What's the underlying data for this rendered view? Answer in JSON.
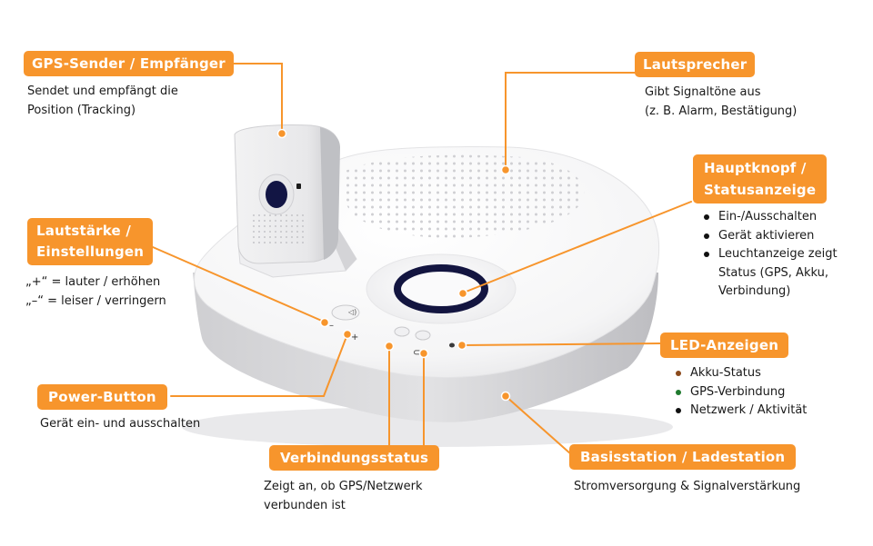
{
  "colors": {
    "accent": "#f7952c",
    "led_battery": "#8b4a1c",
    "led_gps": "#1f7a2e",
    "led_network": "#111111"
  },
  "callouts": {
    "gps": {
      "title": "GPS-Sender / Empfänger",
      "lines": [
        "Sendet und empfängt die",
        "Position (Tracking)"
      ]
    },
    "speaker": {
      "title": "Lautsprecher",
      "lines": [
        "Gibt Signaltöne aus",
        "(z. B. Alarm, Bestätigung)"
      ]
    },
    "main_button": {
      "title_lines": [
        "Hauptknopf /",
        "Statusanzeige"
      ],
      "bullets": [
        "Ein-/Ausschalten",
        "Gerät aktivieren",
        "Leuchtanzeige zeigt"
      ],
      "bullet_continuation": [
        "Status (GPS, Akku,",
        "Verbindung)"
      ]
    },
    "volume": {
      "title_lines": [
        "Lautstärke /",
        "Einstellungen"
      ],
      "lines": [
        "„+“ = lauter / erhöhen",
        "„–“ = leiser / verringern"
      ]
    },
    "power": {
      "title": "Power-Button",
      "lines": [
        "Gerät ein- und ausschalten"
      ]
    },
    "leds": {
      "title": "LED-Anzeigen",
      "bullets": [
        "Akku-Status",
        "GPS-Verbindung",
        "Netzwerk / Aktivität"
      ]
    },
    "connection": {
      "title": "Verbindungsstatus",
      "lines": [
        "Zeigt an, ob GPS/Netzwerk",
        "verbunden ist"
      ]
    },
    "base": {
      "title": "Basisstation / Ladestation",
      "lines": [
        "Stromversorgung & Signalverstärkung"
      ]
    }
  },
  "device_marks": {
    "minus": "–",
    "plus": "+"
  }
}
